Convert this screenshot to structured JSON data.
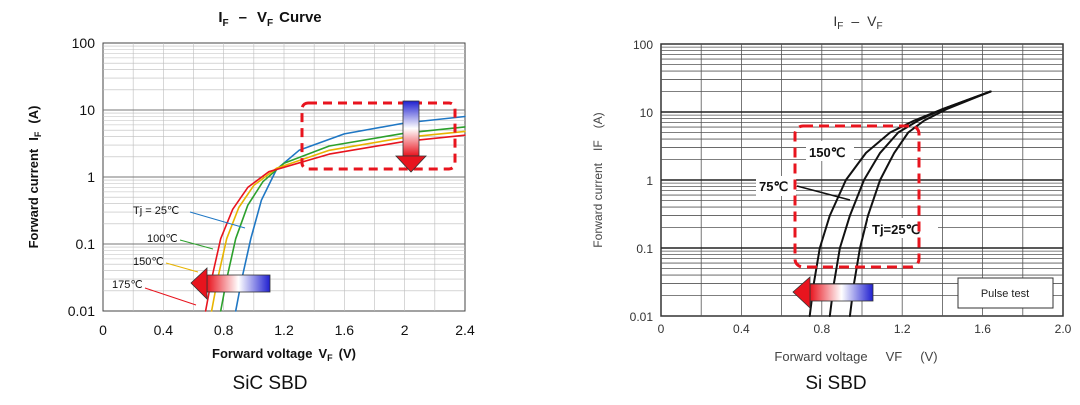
{
  "chart_data": [
    {
      "type": "line",
      "title": "IF – VF Curve",
      "title_parts": {
        "main_a": "I",
        "sub_a": "F",
        "sep": "–",
        "main_b": "V",
        "sub_b": "F",
        "tail": "Curve"
      },
      "xlabel": "Forward voltage V_F (V)",
      "xlabel_parts": {
        "pre": "Forward voltage",
        "v": "V",
        "sub": "F",
        "post": "(V)"
      },
      "ylabel": "Forward current I_F (A)",
      "ylabel_parts": {
        "pre": "Forward current",
        "i": "I",
        "sub": "F",
        "post": "(A)"
      },
      "x_ticks": [
        "0",
        "0.4",
        "0.8",
        "1.2",
        "1.6",
        "2",
        "2.4"
      ],
      "y_ticks": [
        "0.01",
        "0.1",
        "1",
        "10",
        "100"
      ],
      "xlim": [
        0,
        2.4
      ],
      "ylim": [
        0.01,
        100
      ],
      "y_scale": "log",
      "grid": true,
      "panel_caption": "SiC SBD",
      "series": [
        {
          "name": "Tj = 25℃",
          "color": "#1f77c4",
          "x": [
            0.88,
            0.92,
            0.98,
            1.05,
            1.15,
            1.3,
            1.6,
            2.0,
            2.4
          ],
          "y": [
            0.01,
            0.03,
            0.12,
            0.45,
            1.3,
            2.5,
            4.4,
            6.4,
            8.0
          ]
        },
        {
          "name": "100℃",
          "color": "#2ca02c",
          "x": [
            0.78,
            0.82,
            0.88,
            0.96,
            1.06,
            1.2,
            1.5,
            2.0,
            2.4
          ],
          "y": [
            0.01,
            0.03,
            0.12,
            0.38,
            0.85,
            1.6,
            2.9,
            4.5,
            5.6
          ]
        },
        {
          "name": "150℃",
          "color": "#e8b400",
          "x": [
            0.72,
            0.76,
            0.82,
            0.9,
            1.0,
            1.15,
            1.5,
            2.0,
            2.4
          ],
          "y": [
            0.01,
            0.03,
            0.12,
            0.35,
            0.75,
            1.35,
            2.5,
            3.9,
            4.8
          ]
        },
        {
          "name": "175℃",
          "color": "#e8141e",
          "x": [
            0.68,
            0.72,
            0.78,
            0.86,
            0.96,
            1.1,
            1.5,
            2.0,
            2.4
          ],
          "y": [
            0.01,
            0.03,
            0.12,
            0.33,
            0.7,
            1.2,
            2.2,
            3.4,
            4.2
          ]
        }
      ],
      "annotations": [
        {
          "text": "Tj = 25℃",
          "color": "#1f77c4"
        },
        {
          "text": "100℃",
          "color": "#2ca02c"
        },
        {
          "text": "150℃",
          "color": "#e8b400"
        },
        {
          "text": "175℃",
          "color": "#e8141e"
        }
      ],
      "highlight_color": "#e8141e"
    },
    {
      "type": "line",
      "title": "IF – VF",
      "title_parts": {
        "a": "I",
        "sub_a": "F",
        "sep": "–",
        "b": "V",
        "sub_b": "F"
      },
      "xlabel": "Forward voltage VF (V)",
      "xlabel_parts": {
        "pre": "Forward voltage",
        "v": "VF",
        "post": "(V)"
      },
      "ylabel": "Forward current IF (A)",
      "ylabel_parts": {
        "pre": "Forward current",
        "i": "IF",
        "post": "(A)"
      },
      "x_ticks": [
        "0",
        "0.4",
        "0.8",
        "1.2",
        "1.6",
        "2.0"
      ],
      "y_ticks": [
        "0.01",
        "0.1",
        "1",
        "10",
        "100"
      ],
      "xlim": [
        0,
        2.0
      ],
      "ylim": [
        0.01,
        100
      ],
      "y_scale": "log",
      "grid": true,
      "panel_caption": "Si SBD",
      "legend_box": "Pulse test",
      "series": [
        {
          "name": "150℃",
          "color": "#111111",
          "x": [
            0.74,
            0.76,
            0.79,
            0.84,
            0.92,
            1.02,
            1.14,
            1.26,
            1.4,
            1.64
          ],
          "y": [
            0.01,
            0.03,
            0.1,
            0.3,
            1.0,
            2.5,
            5.0,
            7.5,
            11.0,
            20.0
          ]
        },
        {
          "name": "75℃",
          "color": "#111111",
          "x": [
            0.84,
            0.86,
            0.89,
            0.94,
            1.01,
            1.09,
            1.18,
            1.28,
            1.4,
            1.64
          ],
          "y": [
            0.01,
            0.03,
            0.1,
            0.3,
            1.0,
            2.5,
            5.0,
            7.5,
            11.0,
            20.0
          ]
        },
        {
          "name": "Tj=25℃",
          "color": "#111111",
          "x": [
            0.94,
            0.96,
            0.99,
            1.03,
            1.09,
            1.16,
            1.23,
            1.31,
            1.42,
            1.64
          ],
          "y": [
            0.01,
            0.03,
            0.1,
            0.3,
            1.0,
            2.5,
            5.0,
            7.5,
            11.0,
            20.0
          ]
        }
      ],
      "annotations": [
        {
          "text": "150℃"
        },
        {
          "text": "75℃"
        },
        {
          "text": "Tj=25℃"
        }
      ],
      "highlight_color": "#e8141e"
    }
  ]
}
